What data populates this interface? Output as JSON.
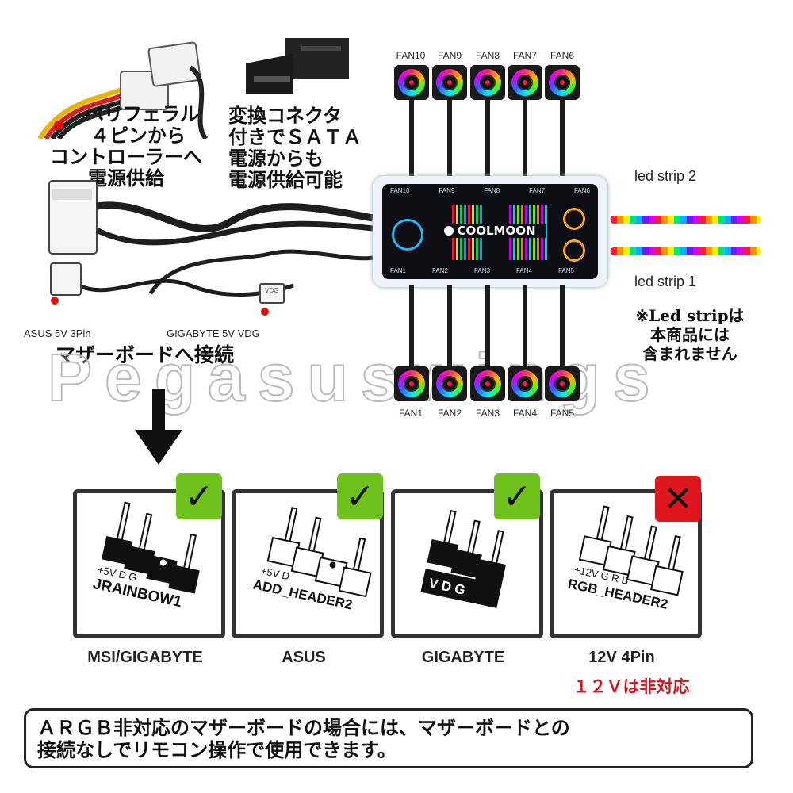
{
  "peripheral_note": [
    "ペリフェラル",
    "４ピンから",
    "コントローラーへ",
    "電源供給"
  ],
  "sata_note": [
    "変換コネクタ",
    "付きでＳＡＴＡ",
    "電源からも",
    "電源供給可能"
  ],
  "hub": {
    "brand": "COOLMOON",
    "top_ports": [
      "FAN10",
      "FAN9",
      "FAN8",
      "FAN7",
      "FAN6"
    ],
    "bottom_ports": [
      "FAN1",
      "FAN2",
      "FAN3",
      "FAN4",
      "FAN5"
    ]
  },
  "fans_top": [
    "FAN10",
    "FAN9",
    "FAN8",
    "FAN7",
    "FAN6"
  ],
  "fans_bottom": [
    "FAN1",
    "FAN2",
    "FAN3",
    "FAN4",
    "FAN5"
  ],
  "led_strip_2": "led strip 2",
  "led_strip_1": "led strip 1",
  "led_note": [
    "※Led stripは",
    "本商品には",
    "含まれません"
  ],
  "asus_connector": "ASUS 5V 3Pin",
  "gigabyte_connector": "GIGABYTE 5V  VDG",
  "vdg_tag": "VDG",
  "motherboard_note": "マザーボードへ接続",
  "watermark": "Pegasuswings",
  "headers": [
    {
      "caption": "MSI/GIGABYTE",
      "board_text": "JRAINBOW1",
      "pins_text": "+5V  D        G",
      "supported": true
    },
    {
      "caption": "ASUS",
      "board_text": "ADD_HEADER2",
      "pins_text": "+5V  D",
      "supported": true
    },
    {
      "caption": "GIGABYTE",
      "board_text": "V  D  G",
      "pins_text": "",
      "supported": true
    },
    {
      "caption": "12V 4Pin",
      "board_text": "RGB_HEADER2",
      "pins_text": "+12V G  R  B",
      "supported": false
    }
  ],
  "unsupported_note": "１２Ｖは非対応",
  "bottom_note": [
    "ＡＲＧＢ非対応のマザーボードの場合には、マザーボードとの",
    "接続なしでリモコン操作で使用できます。"
  ],
  "colors": {
    "check_green": "#6ec21b",
    "cross_red": "#e0161e",
    "red_text": "#d0161e"
  }
}
